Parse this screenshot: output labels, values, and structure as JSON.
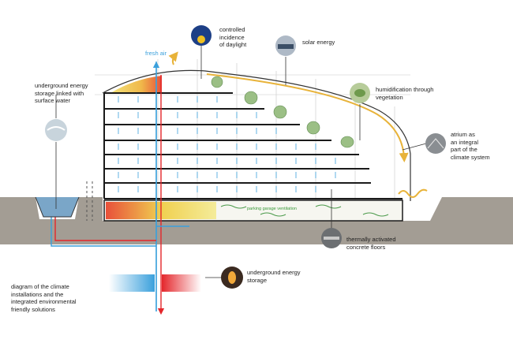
{
  "labels": {
    "fresh_air": "fresh air",
    "daylight": [
      "controlled",
      "incidence",
      "of daylight"
    ],
    "solar": "solar energy",
    "humidification": [
      "humidification through",
      "vegetation"
    ],
    "underground_storage_water": [
      "underground energy",
      "storage linked with",
      "surface water"
    ],
    "atrium": [
      "atrium as",
      "an integral",
      "part of the",
      "climate system"
    ],
    "concrete": [
      "thermally activated",
      "concrete floors"
    ],
    "underground_storage": [
      "underground energy",
      "storage"
    ],
    "diagram_caption": [
      "diagram of the climate",
      "installations and the",
      "integrated environmental",
      "friendly solutions"
    ],
    "parking": "parking garage ventilation"
  },
  "icons": [
    "sun-flower-icon",
    "solar-panel-icon",
    "leaf-icon",
    "water-icon",
    "atrium-photo-icon",
    "concrete-floor-icon",
    "flame-icon"
  ],
  "colors": {
    "supply_red": "#e4262b",
    "return_blue": "#3aa0dc",
    "air_arrow": "#e8b33a",
    "ground": "#a39d94",
    "floor_line": "#1a1a1a"
  }
}
